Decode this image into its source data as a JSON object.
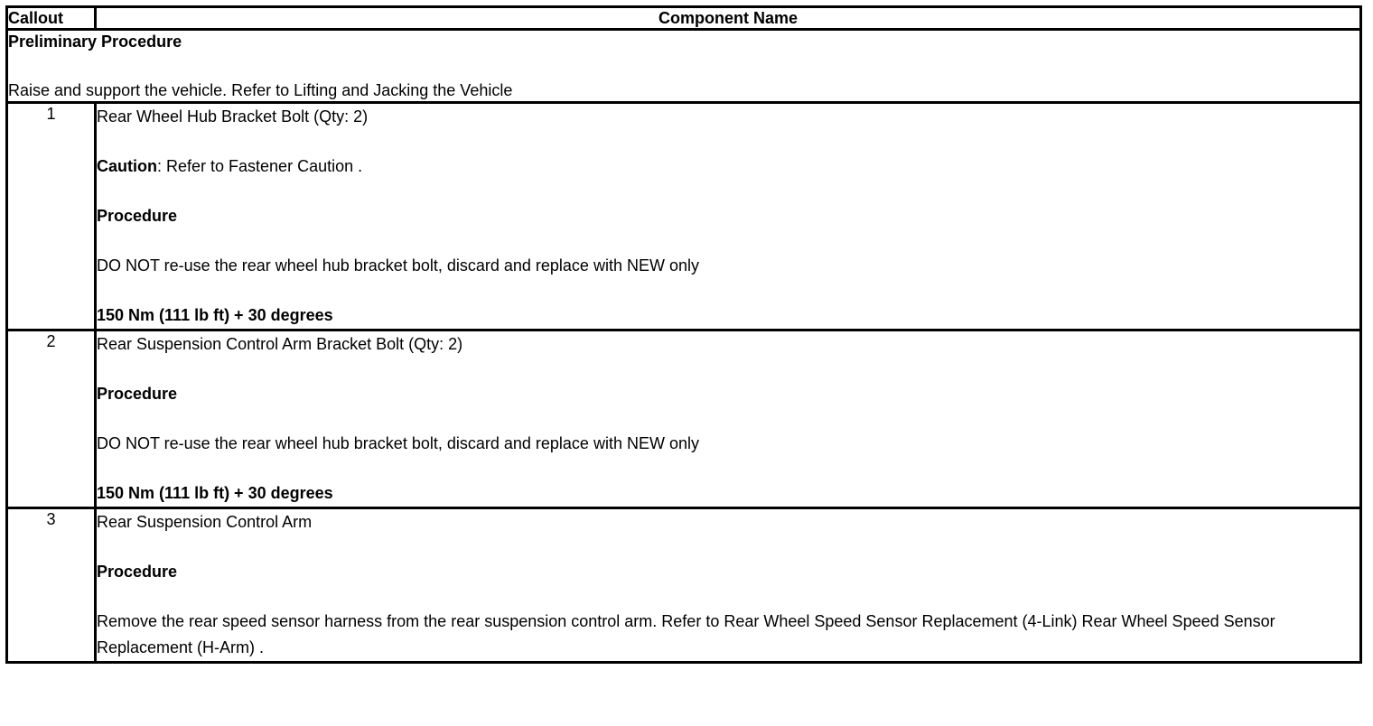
{
  "table": {
    "columns": [
      {
        "key": "callout",
        "label": "Callout",
        "align": "left"
      },
      {
        "key": "component",
        "label": "Component Name",
        "align": "center"
      }
    ],
    "preliminary": {
      "heading": "Preliminary Procedure",
      "text": "Raise and support the vehicle. Refer to Lifting and Jacking the Vehicle"
    },
    "rows": [
      {
        "callout": "1",
        "title": "Rear Wheel Hub Bracket Bolt (Qty: 2)",
        "caution_label": "Caution",
        "caution_text": ": Refer to Fastener Caution .",
        "procedure_heading": "Procedure",
        "procedure_text": "DO NOT re-use the rear wheel hub bracket bolt, discard and replace with NEW only",
        "torque": "150 Nm (111 lb ft) + 30 degrees"
      },
      {
        "callout": "2",
        "title": "Rear Suspension Control Arm Bracket Bolt (Qty: 2)",
        "procedure_heading": "Procedure",
        "procedure_text": "DO NOT re-use the rear wheel hub bracket bolt, discard and replace with NEW only",
        "torque": "150 Nm (111 lb ft) + 30 degrees"
      },
      {
        "callout": "3",
        "title": "Rear Suspension Control Arm",
        "procedure_heading": "Procedure",
        "procedure_text": "Remove the rear speed sensor harness from the rear suspension control arm. Refer to Rear Wheel Speed Sensor Replacement (4-Link) Rear Wheel Speed Sensor Replacement (H-Arm) ."
      }
    ]
  },
  "colors": {
    "border": "#000000",
    "text": "#000000",
    "background": "#ffffff"
  }
}
